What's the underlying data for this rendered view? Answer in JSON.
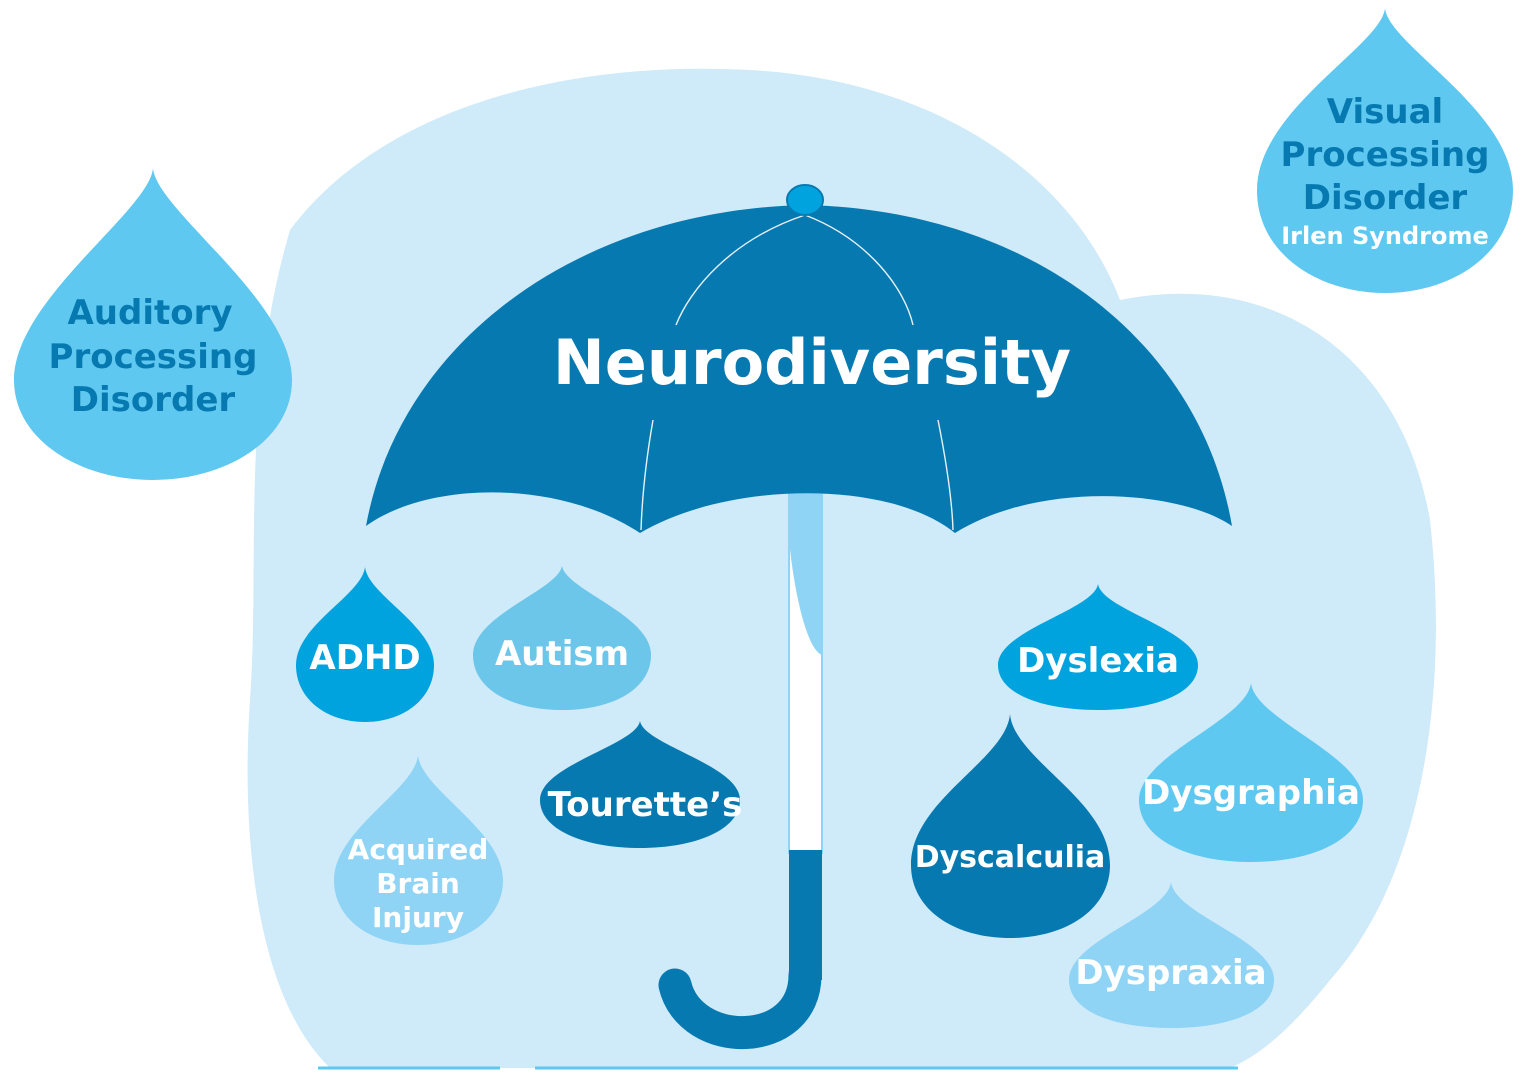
{
  "title": "Neurodiversity",
  "colors": {
    "background_blob": "#cfeaf9",
    "umbrella": "#0679b0",
    "handle_highlight": "#8fd3f5",
    "drop_cyan": "#5ec8f0",
    "drop_medium": "#6bc6ea",
    "drop_light": "#8fd3f5",
    "drop_bright": "#00a3de",
    "drop_dark": "#0679b0",
    "text_dark": "#0679b0",
    "text_white": "#ffffff"
  },
  "drops": {
    "auditory": {
      "lines": [
        "Auditory",
        "Processing",
        "Disorder"
      ]
    },
    "visual": {
      "lines": [
        "Visual",
        "Processing",
        "Disorder"
      ],
      "sub": "Irlen Syndrome"
    },
    "adhd": {
      "label": "ADHD"
    },
    "autism": {
      "label": "Autism"
    },
    "tourettes": {
      "label": "Tourette’s"
    },
    "abi": {
      "lines": [
        "Acquired",
        "Brain",
        "Injury"
      ]
    },
    "dyslexia": {
      "label": "Dyslexia"
    },
    "dyscalculia": {
      "label": "Dyscalculia"
    },
    "dysgraphia": {
      "label": "Dysgraphia"
    },
    "dyspraxia": {
      "label": "Dyspraxia"
    }
  }
}
